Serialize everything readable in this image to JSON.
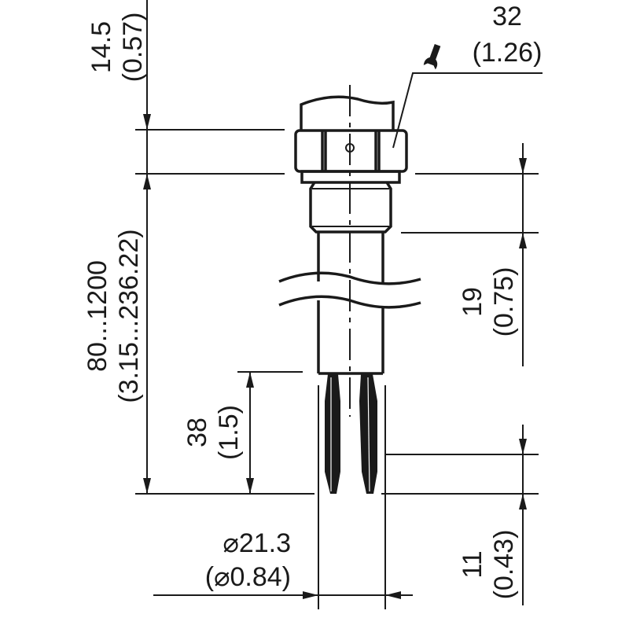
{
  "dimensions": {
    "hex_height": {
      "mm": "14.5",
      "inch": "(0.57)"
    },
    "length": {
      "mm": "80...1200",
      "inch": "(3.15...236.22)"
    },
    "fork_length": {
      "mm": "38",
      "inch": "(1.5)"
    },
    "thread_length": {
      "mm": "19",
      "inch": "(0.75)"
    },
    "tine_tip": {
      "mm": "11",
      "inch": "(0.43)"
    },
    "diameter": {
      "mm": "⌀21.3",
      "inch": "(⌀0.84)"
    },
    "wrench_size": {
      "mm": "32",
      "inch": "(1.26)",
      "icon": "wrench-icon"
    }
  },
  "colors": {
    "line": "#1a1a1a",
    "background": "#ffffff"
  }
}
